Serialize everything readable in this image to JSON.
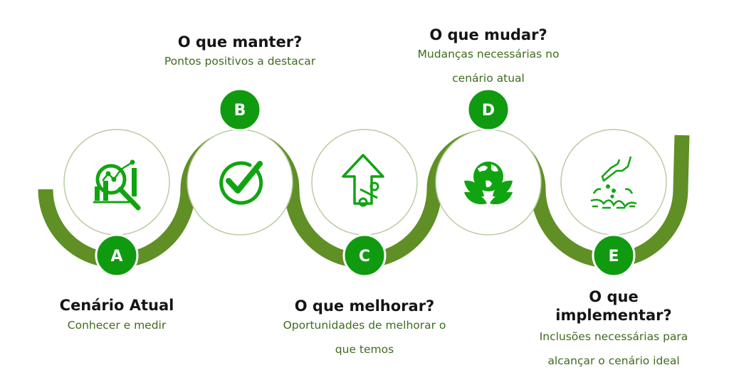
{
  "colors": {
    "track": "#5f8f25",
    "badge": "#109a10",
    "icon": "#11a411",
    "circle_border": "#b9cca4",
    "title": "#151515",
    "description": "#3f6b1e"
  },
  "steps": [
    {
      "letter": "A",
      "title": "Cenário Atual",
      "description": "Conhecer e medir",
      "icon": "chart-magnifier-icon"
    },
    {
      "letter": "B",
      "title": "O que manter?",
      "description": "Pontos positivos a destacar",
      "icon": "checkmark-circle-icon"
    },
    {
      "letter": "C",
      "title": "O que melhorar?",
      "description": "Oportunidades de melhorar o que temos",
      "icon": "percent-growth-arrow-icon"
    },
    {
      "letter": "D",
      "title": "O que mudar?",
      "description": "Mudanças necessárias no cenário atual",
      "icon": "globe-leaves-icon"
    },
    {
      "letter": "E",
      "title": "O que implementar?",
      "description": "Inclusões necessárias para alcançar o cenário ideal",
      "icon": "hand-planting-seeds-icon"
    }
  ]
}
